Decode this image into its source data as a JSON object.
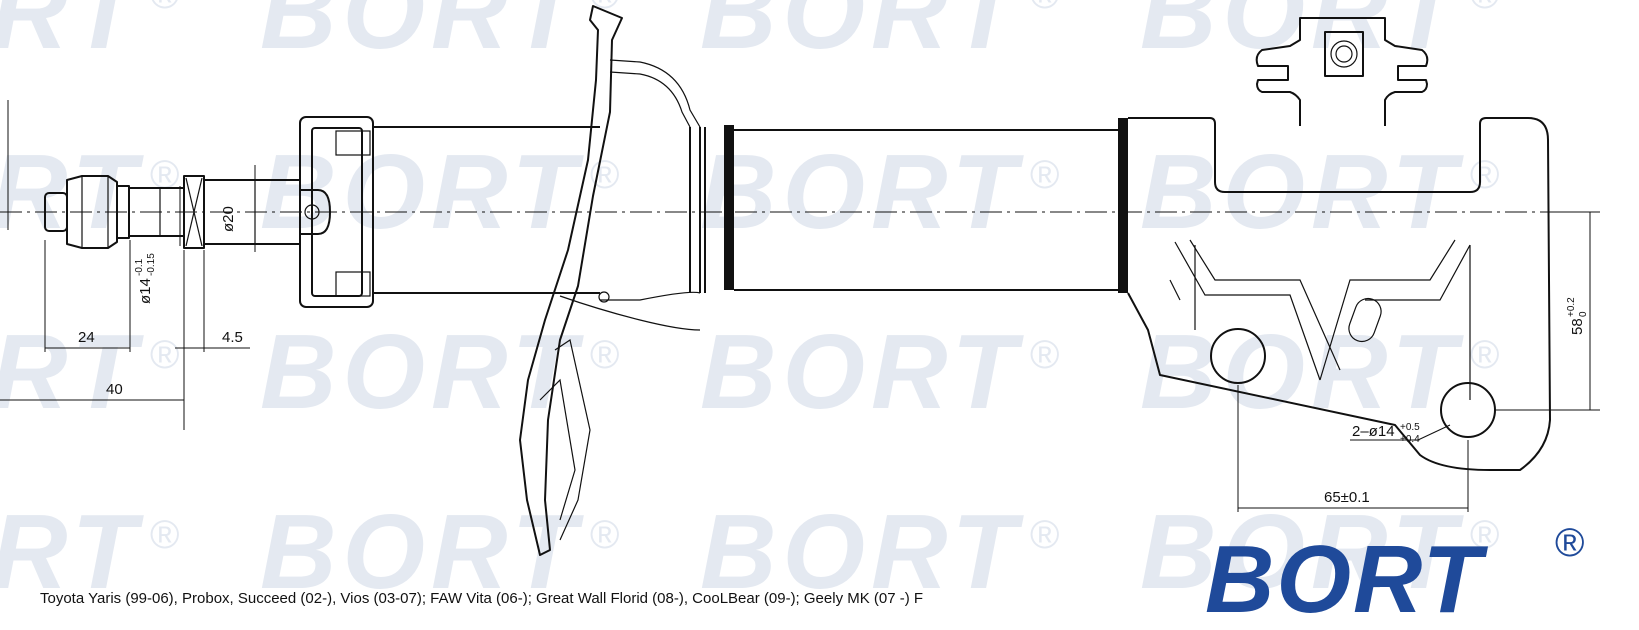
{
  "watermark": {
    "text": "BORT",
    "mark": "®"
  },
  "dimensions": {
    "d24": "24",
    "d4_5": "4.5",
    "d40": "40",
    "phi20": "ø20",
    "phi14_main": "ø14",
    "phi14_upper": "-0.1",
    "phi14_lower": "-0.15",
    "d58_main": "58",
    "d58_upper": "+0.2",
    "d58_lower": "0",
    "holes_main": "2–ø14",
    "holes_upper": "+0.5",
    "holes_lower": "+0.4",
    "d65": "65±0.1"
  },
  "logo": {
    "text": "BORT",
    "mark": "®"
  },
  "applications": "Toyota Yaris (99-06), Probox, Succeed (02-), Vios (03-07); FAW Vita (06-); Great Wall Florid (08-), CooLBear (09-); Geely MK (07 -) F",
  "colors": {
    "brand": "#1f4a9a",
    "watermark": "#e4e9f1",
    "line": "#111111"
  }
}
